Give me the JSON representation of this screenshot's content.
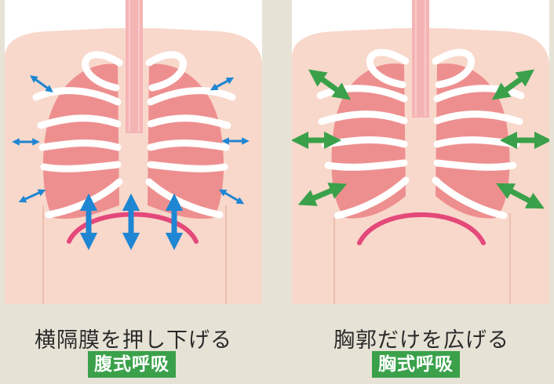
{
  "panels": [
    {
      "caption": "横隔膜を押し下げる",
      "badge": "腹式呼吸",
      "arrow_color": "#1e86d2"
    },
    {
      "caption": "胸郭だけを広げる",
      "badge": "胸式呼吸",
      "arrow_color": "#3aa14a"
    }
  ],
  "colors": {
    "background": "#e6e2d6",
    "skin": "#f8d8cb",
    "lung": "#ee8f8f",
    "trachea": "#f5b4b4",
    "rib": "#ffffff",
    "diaphragm": "#e4497a",
    "badge": "#3aa14a"
  },
  "icons": [
    "double-arrow-icon"
  ]
}
